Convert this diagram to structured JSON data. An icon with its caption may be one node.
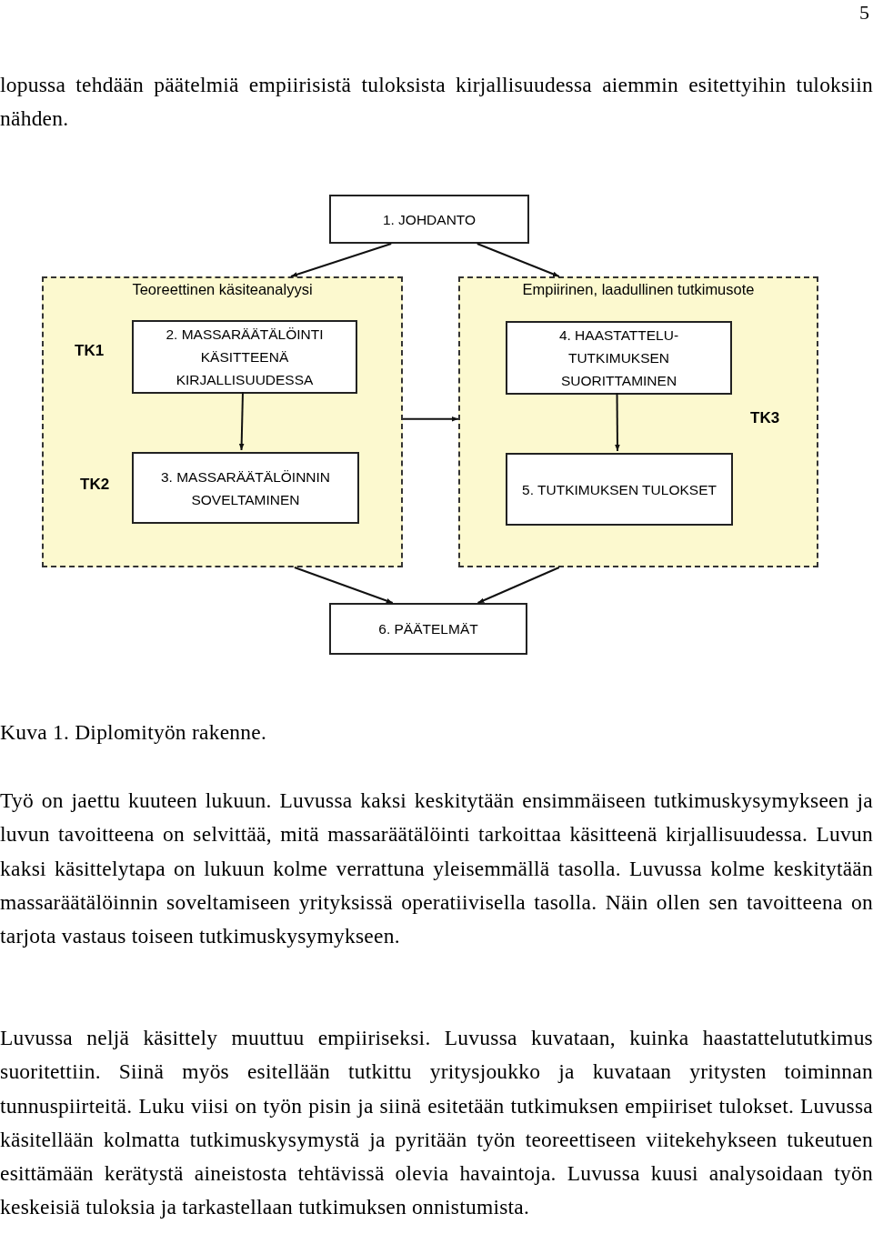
{
  "diagram": {
    "caption": "Kuva 1. Diplomityön rakenne.",
    "nodes": [
      {
        "text": [
          "1. JOHDANTO"
        ]
      },
      {
        "text": [
          "Teoreettinen käsiteanalyysi"
        ]
      },
      {
        "text": [
          "2. MASSARÄÄTÄLÖINTI KÄSITTEENÄ KIRJALLISUUDESSA"
        ],
        "in": 1
      },
      {
        "text": [
          "3. MASSARÄÄTÄLÖINNIN SOVELTAMINEN"
        ],
        "in": 1
      },
      {
        "text": [
          "Empiirinen, laadullinen tutkimusote"
        ]
      },
      {
        "text": [
          "4. HAASTATTELU- TUTKIMUKSEN SUORITTAMINEN"
        ],
        "in": 4
      },
      {
        "text": [
          "5. TUTKIMUKSEN TULOKSET"
        ],
        "in": 4
      },
      {
        "text": [
          "6. PÄÄTELMÄT"
        ]
      }
    ],
    "edges": [
      {
        "from": 0,
        "to": 1,
        "arrow": "to"
      },
      {
        "from": 0,
        "to": 4,
        "arrow": "to"
      },
      {
        "from": 2,
        "to": 3,
        "arrow": "to"
      },
      {
        "from": 5,
        "to": 6,
        "arrow": "to"
      },
      {
        "from": 1,
        "to": 4,
        "arrow": "to"
      },
      {
        "from": 1,
        "to": 7,
        "arrow": "to"
      },
      {
        "from": 4,
        "to": 7,
        "arrow": "to"
      }
    ],
    "labels": [
      "5",
      "lopussa tehdään päätelmiä empiirisistä tuloksista kirjallisuudessa aiemmin esitettyihin tuloksiin nähden.",
      "TK1",
      "TK3",
      "TK2",
      "Työ on jaettu kuuteen lukuun. Luvussa kaksi keskitytään ensimmäiseen tutkimuskysymykseen ja luvun tavoitteena on selvittää, mitä massaräätälöinti tarkoittaa käsitteenä kirjallisuudessa. Luvun kaksi käsittelytapa on lukuun kolme verrattuna yleisemmällä tasolla. Luvussa kolme keskitytään massaräätälöinnin soveltamiseen yrityksissä operatiivisella tasolla. Näin ollen sen tavoitteena on tarjota vastaus toiseen tutkimuskysymykseen.",
      "Luvussa neljä käsittely muuttuu empiiriseksi. Luvussa kuvataan, kuinka haastattelututkimus suoritettiin. Siinä myös esitellään tutkittu yritysjoukko ja kuvataan yritysten toiminnan tunnuspiirteitä. Luku viisi on työn pisin ja siinä esitetään tutkimuksen empiiriset tulokset. Luvussa käsitellään kolmatta tutkimuskysymystä ja pyritään työn teoreettiseen viitekehykseen tukeutuen esittämään kerätystä aineistosta tehtävissä olevia havaintoja. Luvussa kuusi analysoidaan työn keskeisiä tuloksia ja tarkastellaan tutkimuksen onnistumista."
    ]
  }
}
